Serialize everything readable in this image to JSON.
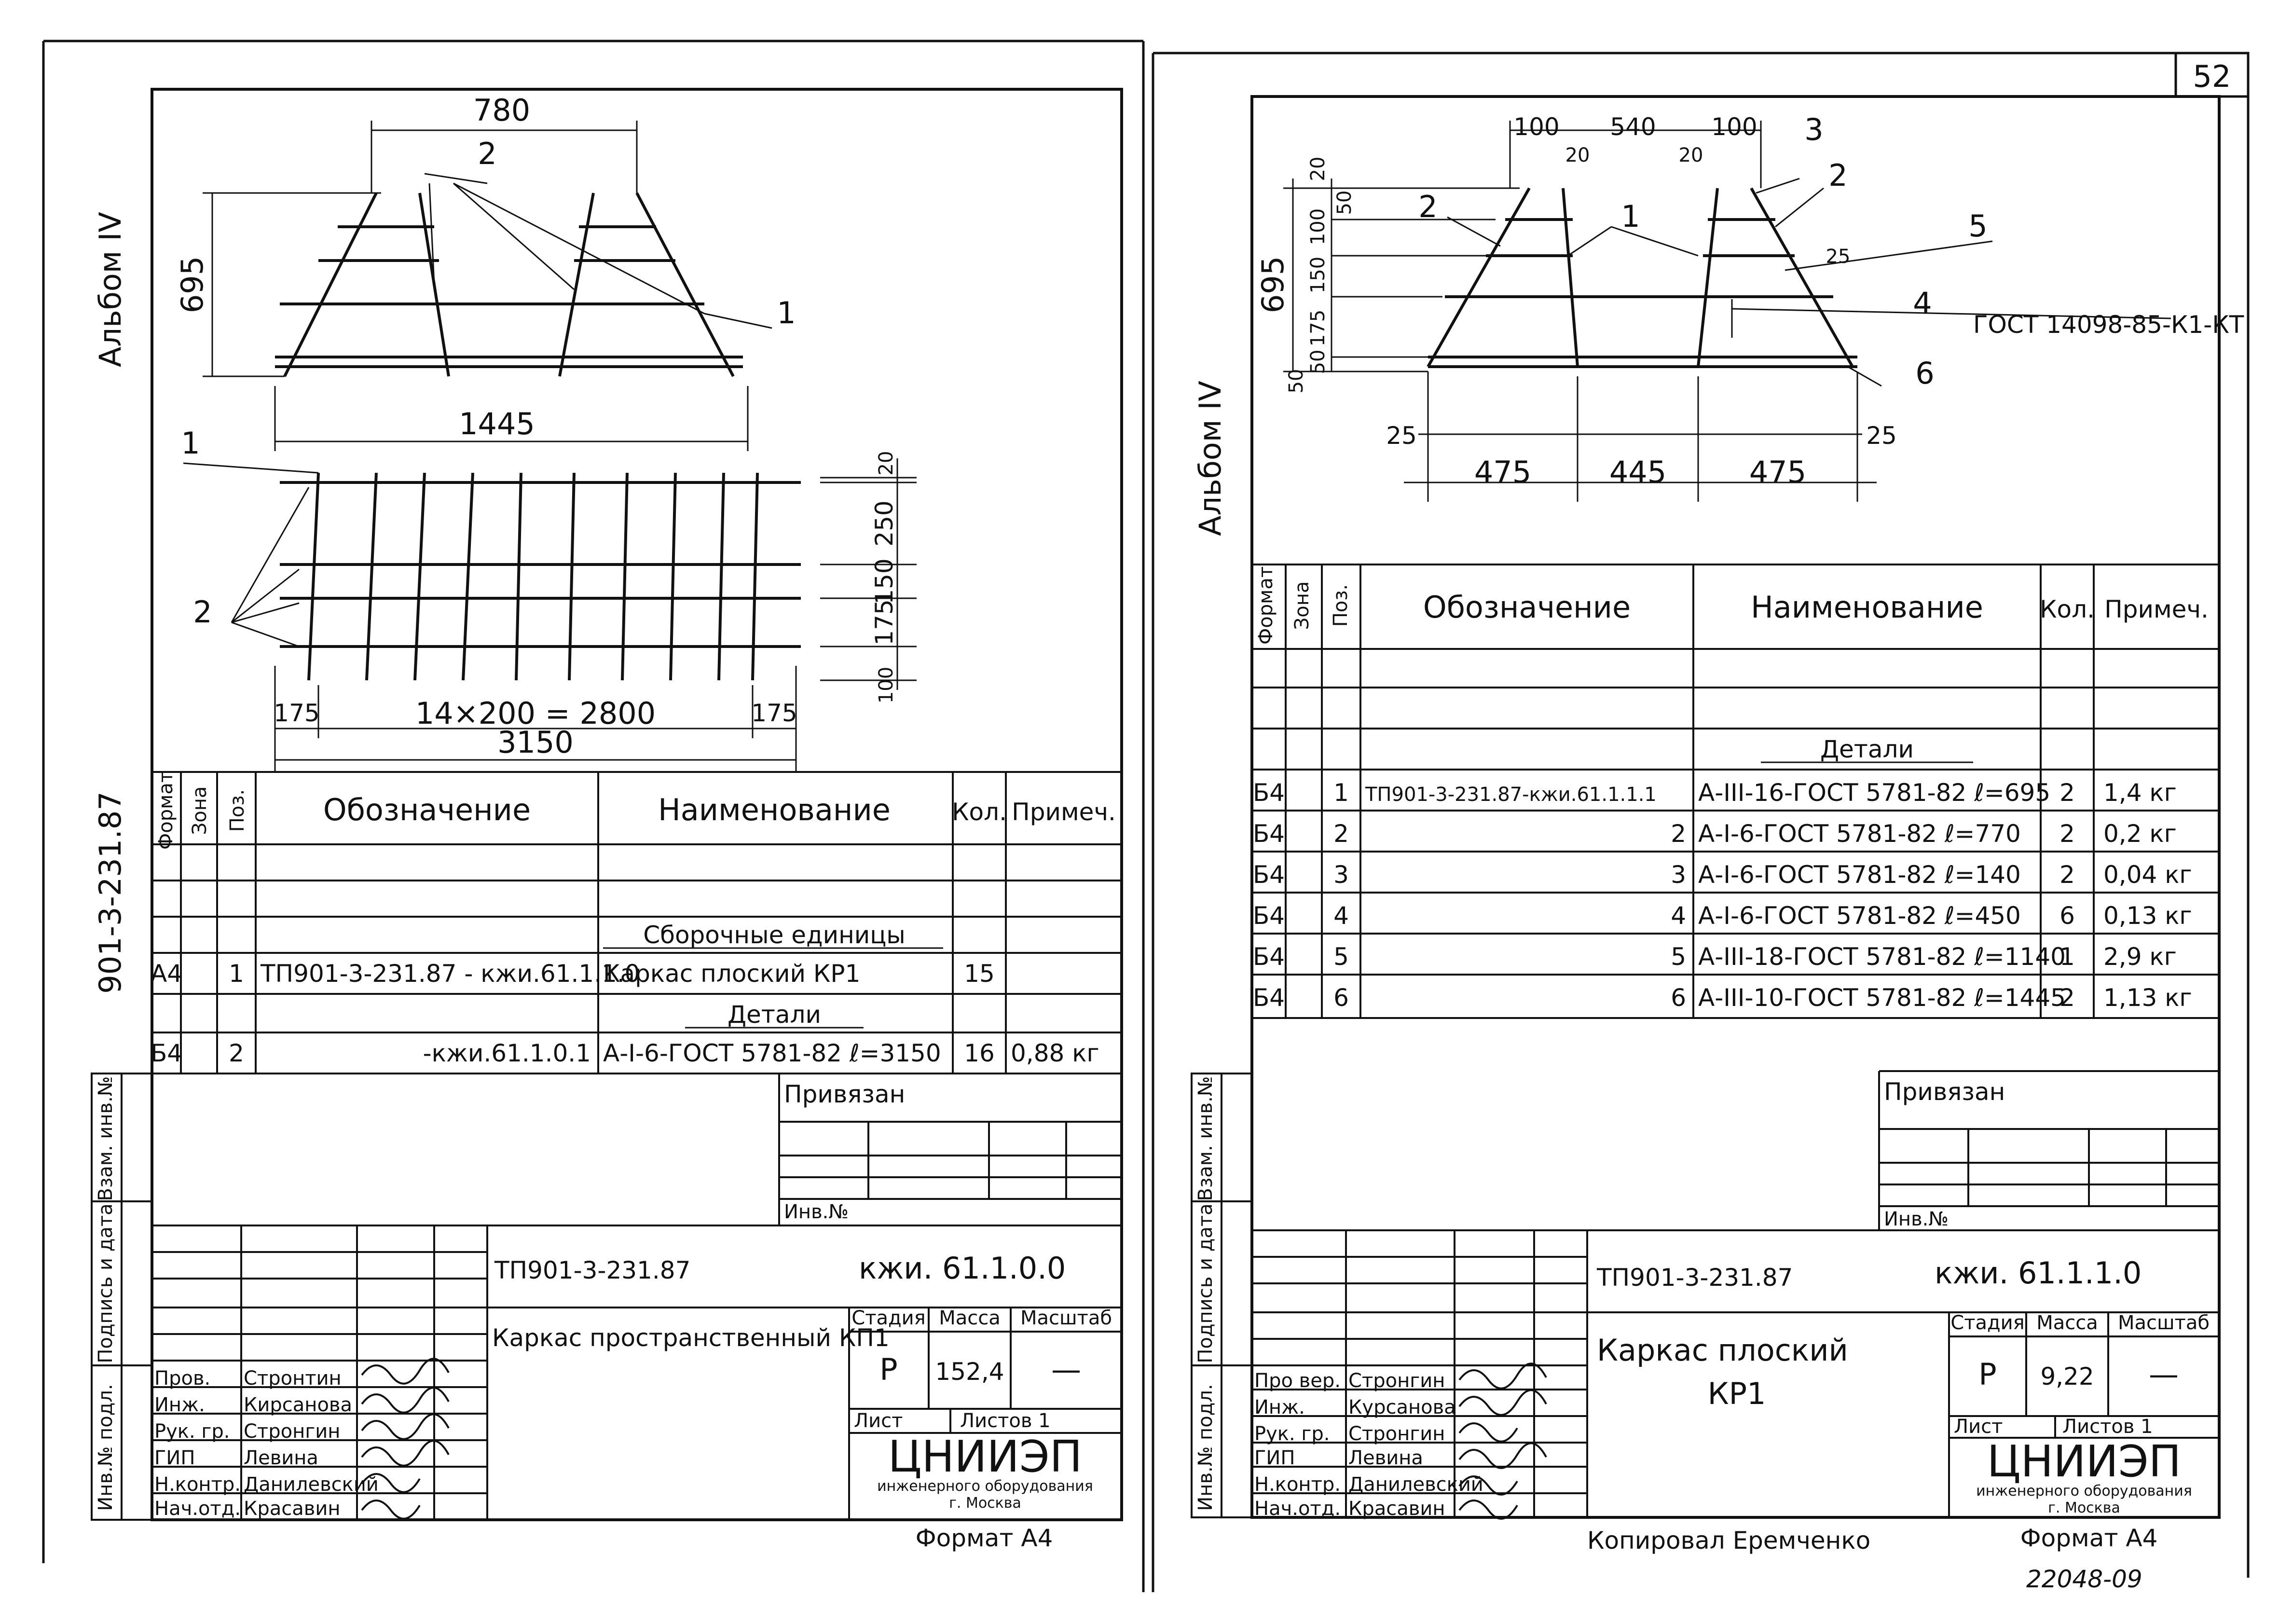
{
  "sheet_number": "52",
  "left": {
    "album": "Альбом IV",
    "side_code": "901-3-231.87",
    "dims": {
      "top_width": "780",
      "height": "695",
      "bottom_width": "1445",
      "span": "14×200 = 2800",
      "end_left": "175",
      "end_right": "175",
      "total": "3150",
      "v20": "20",
      "v250": "250",
      "v150": "150",
      "v175": "175",
      "v100": "100"
    },
    "callouts": {
      "c1": "1",
      "c2": "2",
      "c1b": "1",
      "c2b": "2"
    },
    "spec_header": {
      "format": "Формат",
      "zone": "Зона",
      "pos": "Поз.",
      "designation": "Обозначение",
      "name": "Наименование",
      "qty": "Кол.",
      "note": "Примеч."
    },
    "spec_section1": "Сборочные единицы",
    "spec_section2": "Детали",
    "spec_rows": [
      {
        "format": "А4",
        "pos": "1",
        "designation": "ТП901-3-231.87 - кжи.61.1.1.0",
        "name": "Каркас плоский       КР1",
        "qty": "15",
        "note": ""
      },
      {
        "format": "Б4",
        "pos": "2",
        "designation": "-кжи.61.1.0.1",
        "name": "А-I-6-ГОСТ 5781-82  ℓ=3150",
        "qty": "16",
        "note": "0,88 кг"
      }
    ],
    "privyazan": "Привязан",
    "inv_no": "Инв.№",
    "title_code": "ТП901-3-231.87",
    "title_mark": "кжи. 61.1.0.0",
    "title_name": "Каркас пространственный КП1",
    "stage_label": "Стадия",
    "mass_label": "Масса",
    "scale_label": "Масштаб",
    "stage": "Р",
    "mass": "152,4",
    "scale": "—",
    "sheet_label": "Лист",
    "sheets_label": "Листов 1",
    "org": "ЦНИИЭП",
    "org_sub1": "инженерного оборудования",
    "org_sub2": "г. Москва",
    "format": "Формат А4",
    "staff": [
      {
        "role": "Пров.",
        "name": "Стронтин"
      },
      {
        "role": "Инж.",
        "name": "Кирсанова"
      },
      {
        "role": "Рук. гр.",
        "name": "Стронгин"
      },
      {
        "role": "ГИП",
        "name": "Левина"
      },
      {
        "role": "Н.контр.",
        "name": "Данилевский"
      },
      {
        "role": "Нач.отд.",
        "name": "Красавин"
      }
    ],
    "side_stamp": [
      "Инв.№ подл.",
      "Подпись и дата",
      "Взам. инв.№"
    ]
  },
  "right": {
    "album": "Альбом IV",
    "dims": {
      "t100a": "100",
      "t540": "540",
      "t100b": "100",
      "t20a": "20",
      "t20b": "20",
      "h695": "695",
      "v20": "20",
      "v50a": "50",
      "v100": "100",
      "v150": "150",
      "v175": "175",
      "v50b": "50",
      "v50c": "50",
      "d25a": "25",
      "d25b": "25",
      "d25c": "25",
      "b475a": "475",
      "b445": "445",
      "b475b": "475"
    },
    "callouts": {
      "c1": "1",
      "c2a": "2",
      "c2b": "2",
      "c3": "3",
      "c4": "4",
      "c5": "5",
      "c6": "6"
    },
    "gost_label": "ГОСТ 14098-85-К1-КТ",
    "spec_header": {
      "format": "Формат",
      "zone": "Зона",
      "pos": "Поз.",
      "designation": "Обозначение",
      "name": "Наименование",
      "qty": "Кол.",
      "note": "Примеч."
    },
    "spec_section": "Детали",
    "spec_rows": [
      {
        "format": "Б4",
        "pos": "1",
        "designation": "ТП901-3-231.87-кжи.61.1.1.1",
        "name": "А-III-16-ГОСТ 5781-82  ℓ=695",
        "qty": "2",
        "note": "1,4 кг"
      },
      {
        "format": "Б4",
        "pos": "2",
        "designation": "2",
        "name": "А-I-6-ГОСТ 5781-82  ℓ=770",
        "qty": "2",
        "note": "0,2 кг"
      },
      {
        "format": "Б4",
        "pos": "3",
        "designation": "3",
        "name": "А-I-6-ГОСТ 5781-82  ℓ=140",
        "qty": "2",
        "note": "0,04 кг"
      },
      {
        "format": "Б4",
        "pos": "4",
        "designation": "4",
        "name": "А-I-6-ГОСТ 5781-82  ℓ=450",
        "qty": "6",
        "note": "0,13 кг"
      },
      {
        "format": "Б4",
        "pos": "5",
        "designation": "5",
        "name": "А-III-18-ГОСТ 5781-82  ℓ=1140",
        "qty": "1",
        "note": "2,9 кг"
      },
      {
        "format": "Б4",
        "pos": "6",
        "designation": "6",
        "name": "А-III-10-ГОСТ 5781-82  ℓ=1445",
        "qty": "2",
        "note": "1,13 кг"
      }
    ],
    "privyazan": "Привязан",
    "inv_no": "Инв.№",
    "title_code": "ТП901-3-231.87",
    "title_mark": "кжи. 61.1.1.0",
    "title_name1": "Каркас   плоский",
    "title_name2": "КР1",
    "stage_label": "Стадия",
    "mass_label": "Масса",
    "scale_label": "Масштаб",
    "stage": "Р",
    "mass": "9,22",
    "scale": "—",
    "sheet_label": "Лист",
    "sheets_label": "Листов 1",
    "org": "ЦНИИЭП",
    "org_sub1": "инженерного оборудования",
    "org_sub2": "г. Москва",
    "format": "Формат А4",
    "copied": "Копировал Еремченко",
    "archive_no": "22048-09",
    "staff": [
      {
        "role": "Про вер.",
        "name": "Стронгин"
      },
      {
        "role": "Инж.",
        "name": "Курсанова"
      },
      {
        "role": "Рук. гр.",
        "name": "Стронгин"
      },
      {
        "role": "ГИП",
        "name": "Левина"
      },
      {
        "role": "Н.контр.",
        "name": "Данилевский"
      },
      {
        "role": "Нач.отд.",
        "name": "Красавин"
      }
    ],
    "side_stamp": [
      "Инв.№ подл.",
      "Подпись и дата",
      "Взам. инв.№"
    ]
  }
}
